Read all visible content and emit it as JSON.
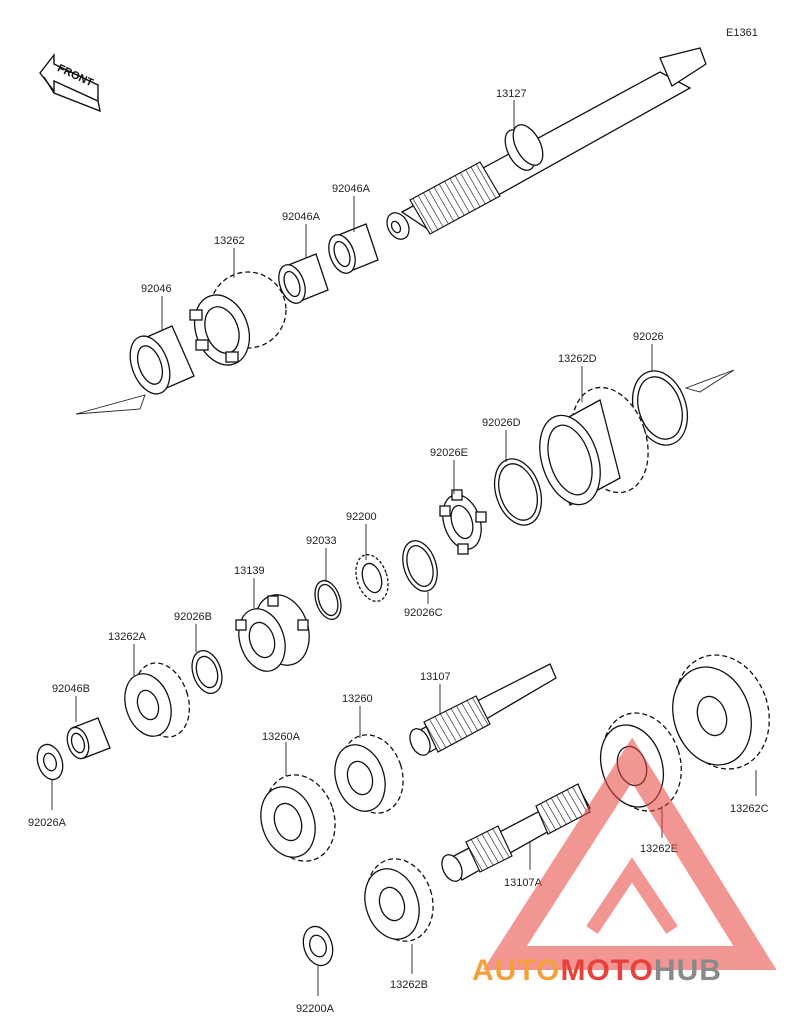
{
  "diagram": {
    "code": "E1361",
    "front_label": "FRONT",
    "parts": [
      {
        "id": "p13127",
        "label": "13127"
      },
      {
        "id": "p92046A_1",
        "label": "92046A"
      },
      {
        "id": "p92046A_2",
        "label": "92046A"
      },
      {
        "id": "p13262",
        "label": "13262"
      },
      {
        "id": "p92046",
        "label": "92046"
      },
      {
        "id": "p92026",
        "label": "92026"
      },
      {
        "id": "p13262D",
        "label": "13262D"
      },
      {
        "id": "p92026D",
        "label": "92026D"
      },
      {
        "id": "p92026E",
        "label": "92026E"
      },
      {
        "id": "p92200",
        "label": "92200"
      },
      {
        "id": "p92033",
        "label": "92033"
      },
      {
        "id": "p13139",
        "label": "13139"
      },
      {
        "id": "p92026C",
        "label": "92026C"
      },
      {
        "id": "p92026B",
        "label": "92026B"
      },
      {
        "id": "p13262A",
        "label": "13262A"
      },
      {
        "id": "p92046B",
        "label": "92046B"
      },
      {
        "id": "p92026A",
        "label": "92026A"
      },
      {
        "id": "p13107",
        "label": "13107"
      },
      {
        "id": "p13260",
        "label": "13260"
      },
      {
        "id": "p13260A",
        "label": "13260A"
      },
      {
        "id": "p13262C",
        "label": "13262C"
      },
      {
        "id": "p13262E",
        "label": "13262E"
      },
      {
        "id": "p13107A",
        "label": "13107A"
      },
      {
        "id": "p13262B",
        "label": "13262B"
      },
      {
        "id": "p92200A",
        "label": "92200A"
      }
    ]
  },
  "watermark": {
    "part1": "AUTO",
    "part2": "MOTO",
    "part3": "HUB",
    "color_orange": "#f5a03a",
    "color_red": "#e8413c",
    "color_gray": "#8a8a8a"
  }
}
